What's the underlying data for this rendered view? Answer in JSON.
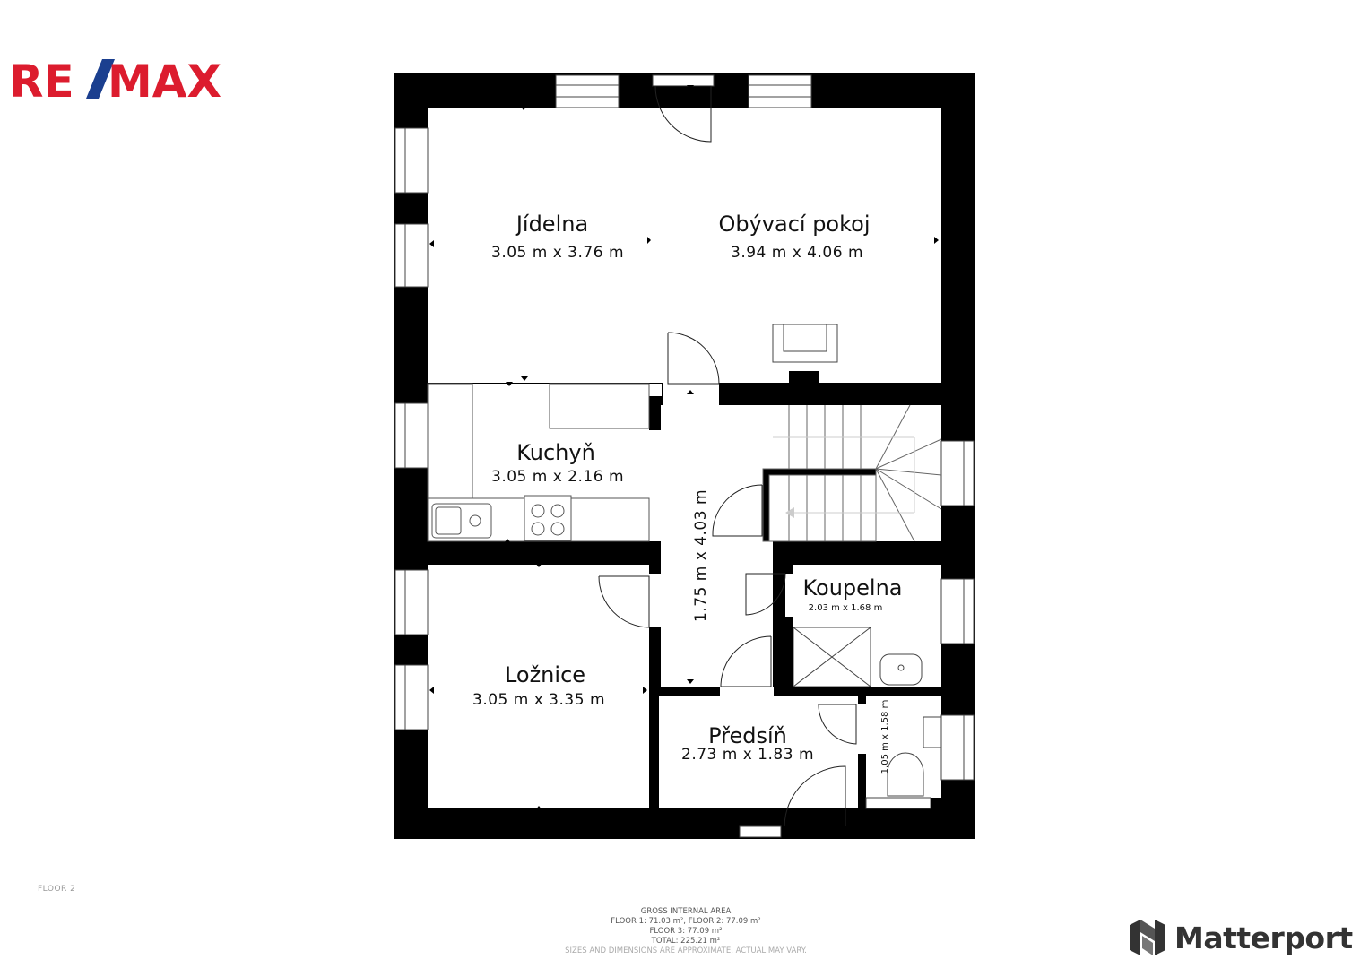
{
  "brand": {
    "logo_text": "RE/MAX"
  },
  "rooms": [
    {
      "name": "Jídelna",
      "size": "3.05 m x 3.76 m"
    },
    {
      "name": "Obývací pokoj",
      "size": "3.94 m x 4.06 m"
    },
    {
      "name": "Kuchyň",
      "size": "3.05 m x 2.16 m"
    },
    {
      "name": "Ložnice",
      "size": "3.05 m x 3.35 m"
    },
    {
      "name": "Koupelna",
      "size": "2.03 m x 1.68 m"
    },
    {
      "name": "Předsíň",
      "size": "2.73 m x 1.83 m"
    }
  ],
  "corridor": {
    "size": "1.75 m x 4.03 m"
  },
  "wc": {
    "size": "1.05 m x 1.58 m"
  },
  "floor_label": "FLOOR 2",
  "area": {
    "title": "GROSS INTERNAL AREA",
    "line1": "FLOOR 1: 71.03 m², FLOOR 2: 77.09 m²",
    "line2": "FLOOR 3: 77.09 m²",
    "line3": "TOTAL: 225.21 m²",
    "note": "SIZES AND DIMENSIONS ARE APPROXIMATE, ACTUAL MAY VARY."
  },
  "matterport": {
    "name": "Matterport"
  }
}
